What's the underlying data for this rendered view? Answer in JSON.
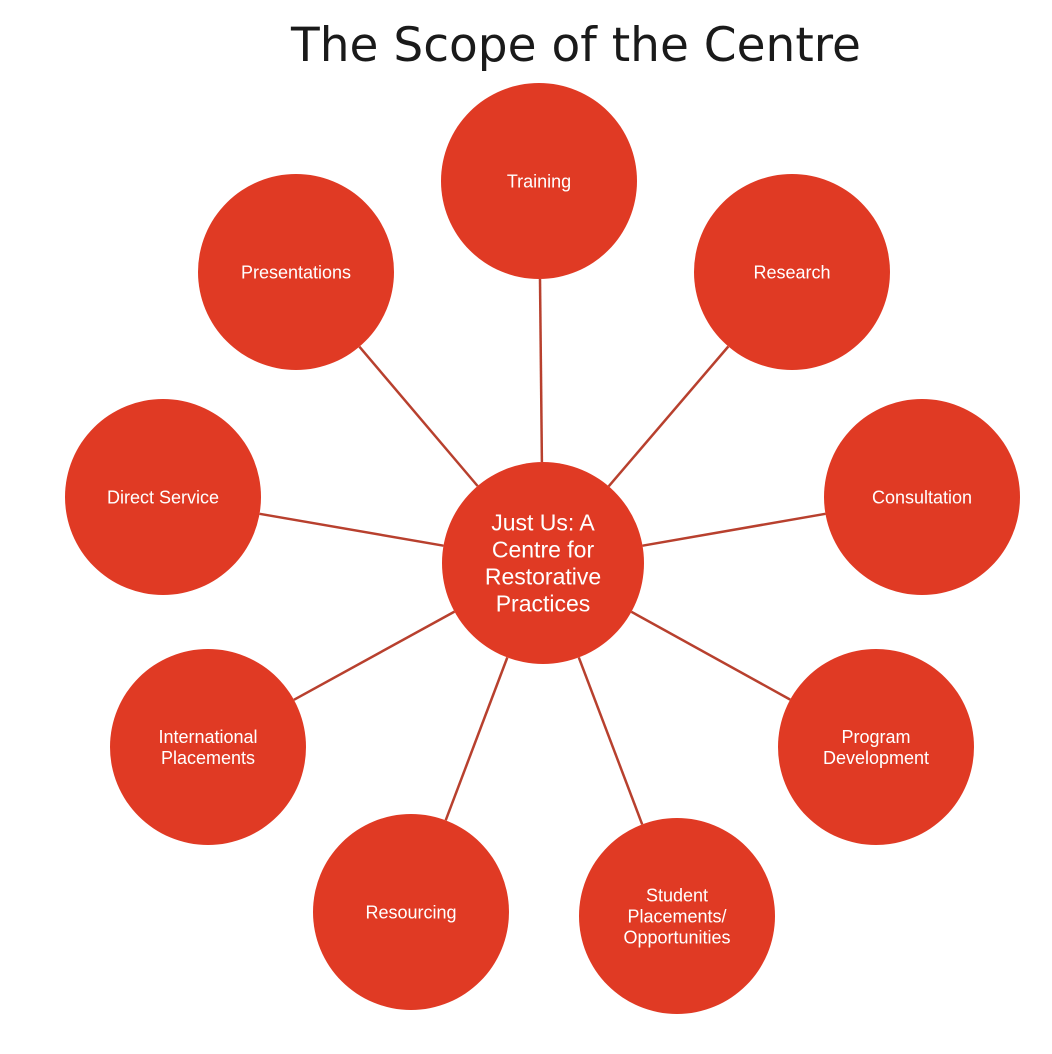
{
  "title": "The Scope of the Centre",
  "colors": {
    "node_fill": "#E03A24",
    "connector": "#B8402E",
    "label": "#FFFFFF"
  },
  "center": {
    "label_lines": [
      "Just Us: A",
      "Centre for",
      "Restorative",
      "Practices"
    ]
  },
  "nodes": [
    {
      "id": "training",
      "label_lines": [
        "Training"
      ]
    },
    {
      "id": "research",
      "label_lines": [
        "Research"
      ]
    },
    {
      "id": "consultation",
      "label_lines": [
        "Consultation"
      ]
    },
    {
      "id": "program-development",
      "label_lines": [
        "Program",
        "Development"
      ]
    },
    {
      "id": "student-placements",
      "label_lines": [
        "Student",
        "Placements/",
        "Opportunities"
      ]
    },
    {
      "id": "resourcing",
      "label_lines": [
        "Resourcing"
      ]
    },
    {
      "id": "international-placements",
      "label_lines": [
        "International",
        "Placements"
      ]
    },
    {
      "id": "direct-service",
      "label_lines": [
        "Direct Service"
      ]
    },
    {
      "id": "presentations",
      "label_lines": [
        "Presentations"
      ]
    }
  ]
}
